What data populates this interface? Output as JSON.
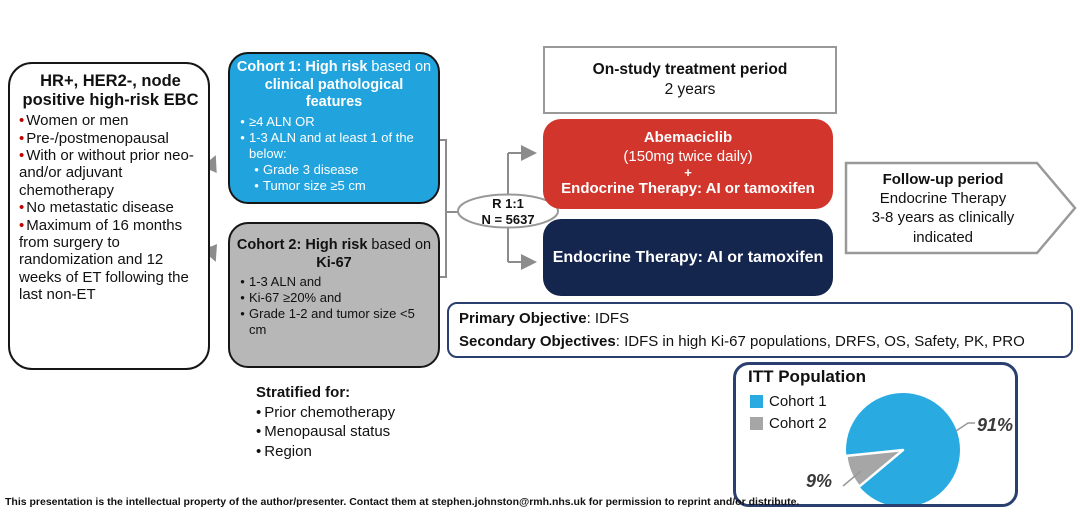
{
  "colors": {
    "cohort1_blue": "#21A3DE",
    "cohort2_gray": "#B7B7B7",
    "abemaciclib_red": "#D1352C",
    "endocrine_navy": "#14254E",
    "outline_navy": "#2A3F6F",
    "connector_gray": "#8C8C8C",
    "bullet_red": "#C00000",
    "pie_blue": "#29ABE2",
    "pie_gray": "#A6A6A6"
  },
  "eligibility": {
    "title": "HR+, HER2-, node positive high-risk EBC",
    "bullets": [
      "Women or men",
      "Pre-/postmenopausal",
      "With or without prior neo- and/or adjuvant chemotherapy",
      "No metastatic disease",
      "Maximum of 16 months from surgery to randomization and 12 weeks of ET following the last non-ET"
    ]
  },
  "cohort1": {
    "title_bold": "Cohort 1: High risk",
    "title_mid": " based on ",
    "title_bold2": "clinical pathological features",
    "bullets": [
      "≥4 ALN OR",
      "1-3 ALN and at least 1 of the below:"
    ],
    "sub_bullets": [
      "Grade 3 disease",
      "Tumor size ≥5 cm"
    ]
  },
  "cohort2": {
    "title_bold": "Cohort 2: High risk",
    "title_mid": " based on ",
    "title_bold2": "Ki-67",
    "bullets": [
      "1-3 ALN and",
      "Ki-67 ≥20% and",
      "Grade 1-2 and tumor size <5 cm"
    ]
  },
  "stratification": {
    "title": "Stratified for:",
    "bullets": [
      "Prior chemotherapy",
      "Menopausal status",
      "Region"
    ]
  },
  "randomization": {
    "ratio": "R 1:1",
    "n": "N = 5637"
  },
  "treatment_period": {
    "title": "On-study treatment period",
    "duration": "2 years"
  },
  "abemaciclib_arm": {
    "drug": "Abemaciclib",
    "dose": "(150mg twice daily)",
    "plus": "+",
    "combo": "Endocrine Therapy: AI or tamoxifen"
  },
  "control_arm": {
    "label": "Endocrine Therapy: AI or tamoxifen"
  },
  "followup": {
    "title": "Follow-up period",
    "line1": "Endocrine Therapy",
    "line2": "3-8 years as clinically indicated"
  },
  "objectives": {
    "primary_label": "Primary Objective",
    "primary_text": ": IDFS",
    "secondary_label": "Secondary Objectives",
    "secondary_text": ": IDFS in high Ki-67 populations, DRFS, OS, Safety, PK, PRO"
  },
  "chart_data": {
    "type": "pie",
    "title": "ITT Population",
    "categories": [
      "Cohort 1",
      "Cohort 2"
    ],
    "values": [
      91,
      9
    ],
    "labels": [
      "91%",
      "9%"
    ],
    "colors": [
      "#29ABE2",
      "#A6A6A6"
    ],
    "legend_position": "left"
  },
  "footer": "This presentation is the intellectual property of the author/presenter. Contact them at stephen.johnston@rmh.nhs.uk for permission to reprint and/or distribute."
}
